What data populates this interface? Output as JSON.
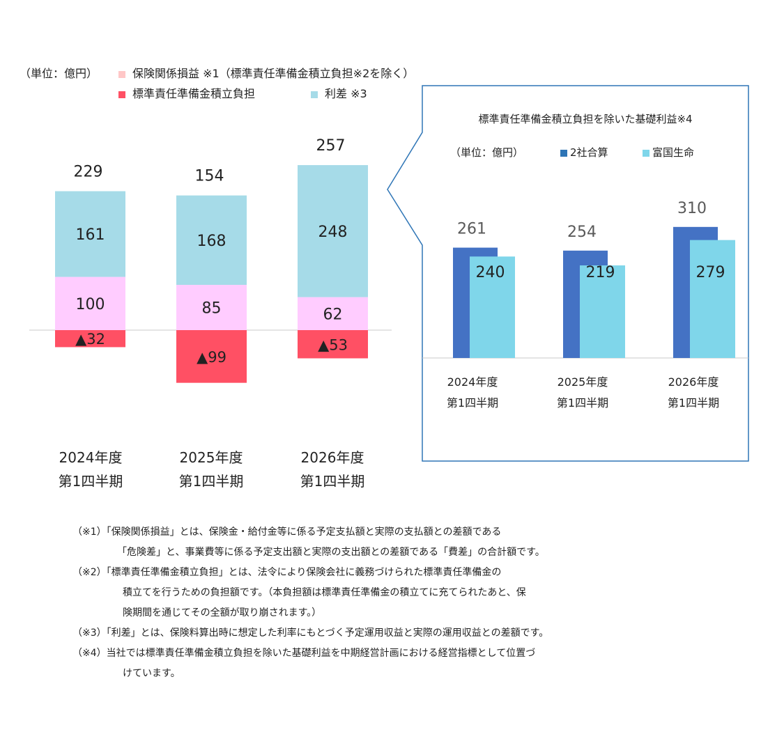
{
  "chart_data": [
    {
      "type": "bar",
      "stacked": true,
      "unit_label": "（単位：億円）",
      "categories": [
        [
          "2024年度",
          "第1四半期"
        ],
        [
          "2025年度",
          "第1四半期"
        ],
        [
          "2026年度",
          "第1四半期"
        ]
      ],
      "series": [
        {
          "name": "保険関係損益 ※1（標準責任準備金積立負担※2を除く）",
          "values": [
            100,
            85,
            62
          ],
          "color": "#ffccff"
        },
        {
          "name": "標準責任準備金積立負担",
          "values": [
            -32,
            -99,
            -53
          ],
          "labels": [
            "▲32",
            "▲99",
            "▲53"
          ],
          "color": "#ff5064"
        },
        {
          "name": "利差 ※3",
          "values": [
            161,
            168,
            248
          ],
          "color": "#a6dbe8"
        }
      ],
      "totals": [
        229,
        154,
        257
      ],
      "legend_marker_colors": [
        "#ffc7c7",
        "#ff5064",
        "#a6dbe8"
      ],
      "grid": false
    },
    {
      "type": "bar",
      "title": "標準責任準備金積立負担を除いた基礎利益※4",
      "unit_label": "（単位：億円）",
      "categories": [
        [
          "2024年度",
          "第1四半期"
        ],
        [
          "2025年度",
          "第1四半期"
        ],
        [
          "2026年度",
          "第1四半期"
        ]
      ],
      "series": [
        {
          "name": "2社合算",
          "values": [
            261,
            254,
            310
          ],
          "color": "#4472c4"
        },
        {
          "name": "富国生命",
          "values": [
            240,
            219,
            279
          ],
          "color": "#7fd6ea"
        }
      ],
      "frame_color": "#2e75b6",
      "grid": false
    }
  ],
  "notes": [
    {
      "mark": "（※1）",
      "lines": [
        "「保険関係損益」とは、保険金・給付金等に係る予定支払額と実際の支払額との差額である",
        "「危険差」と、事業費等に係る予定支出額と実際の支出額との差額である「費差」の合計額です。"
      ]
    },
    {
      "mark": "（※2）",
      "lines": [
        "「標準責任準備金積立負担」とは、法令により保険会社に義務づけられた標準責任準備金の",
        "積立てを行うための負担額です。（本負担額は標準責任準備金の積立てに充てられたあと、保",
        "険期間を通じてその全額が取り崩されます。）"
      ]
    },
    {
      "mark": "（※3）",
      "lines": [
        "「利差」とは、保険料算出時に想定した利率にもとづく予定運用収益と実際の運用収益との差額です。"
      ]
    },
    {
      "mark": "（※4）",
      "lines": [
        "当社では標準責任準備金積立負担を除いた基礎利益を中期経営計画における経営指標として位置づ",
        "けています。"
      ]
    }
  ]
}
